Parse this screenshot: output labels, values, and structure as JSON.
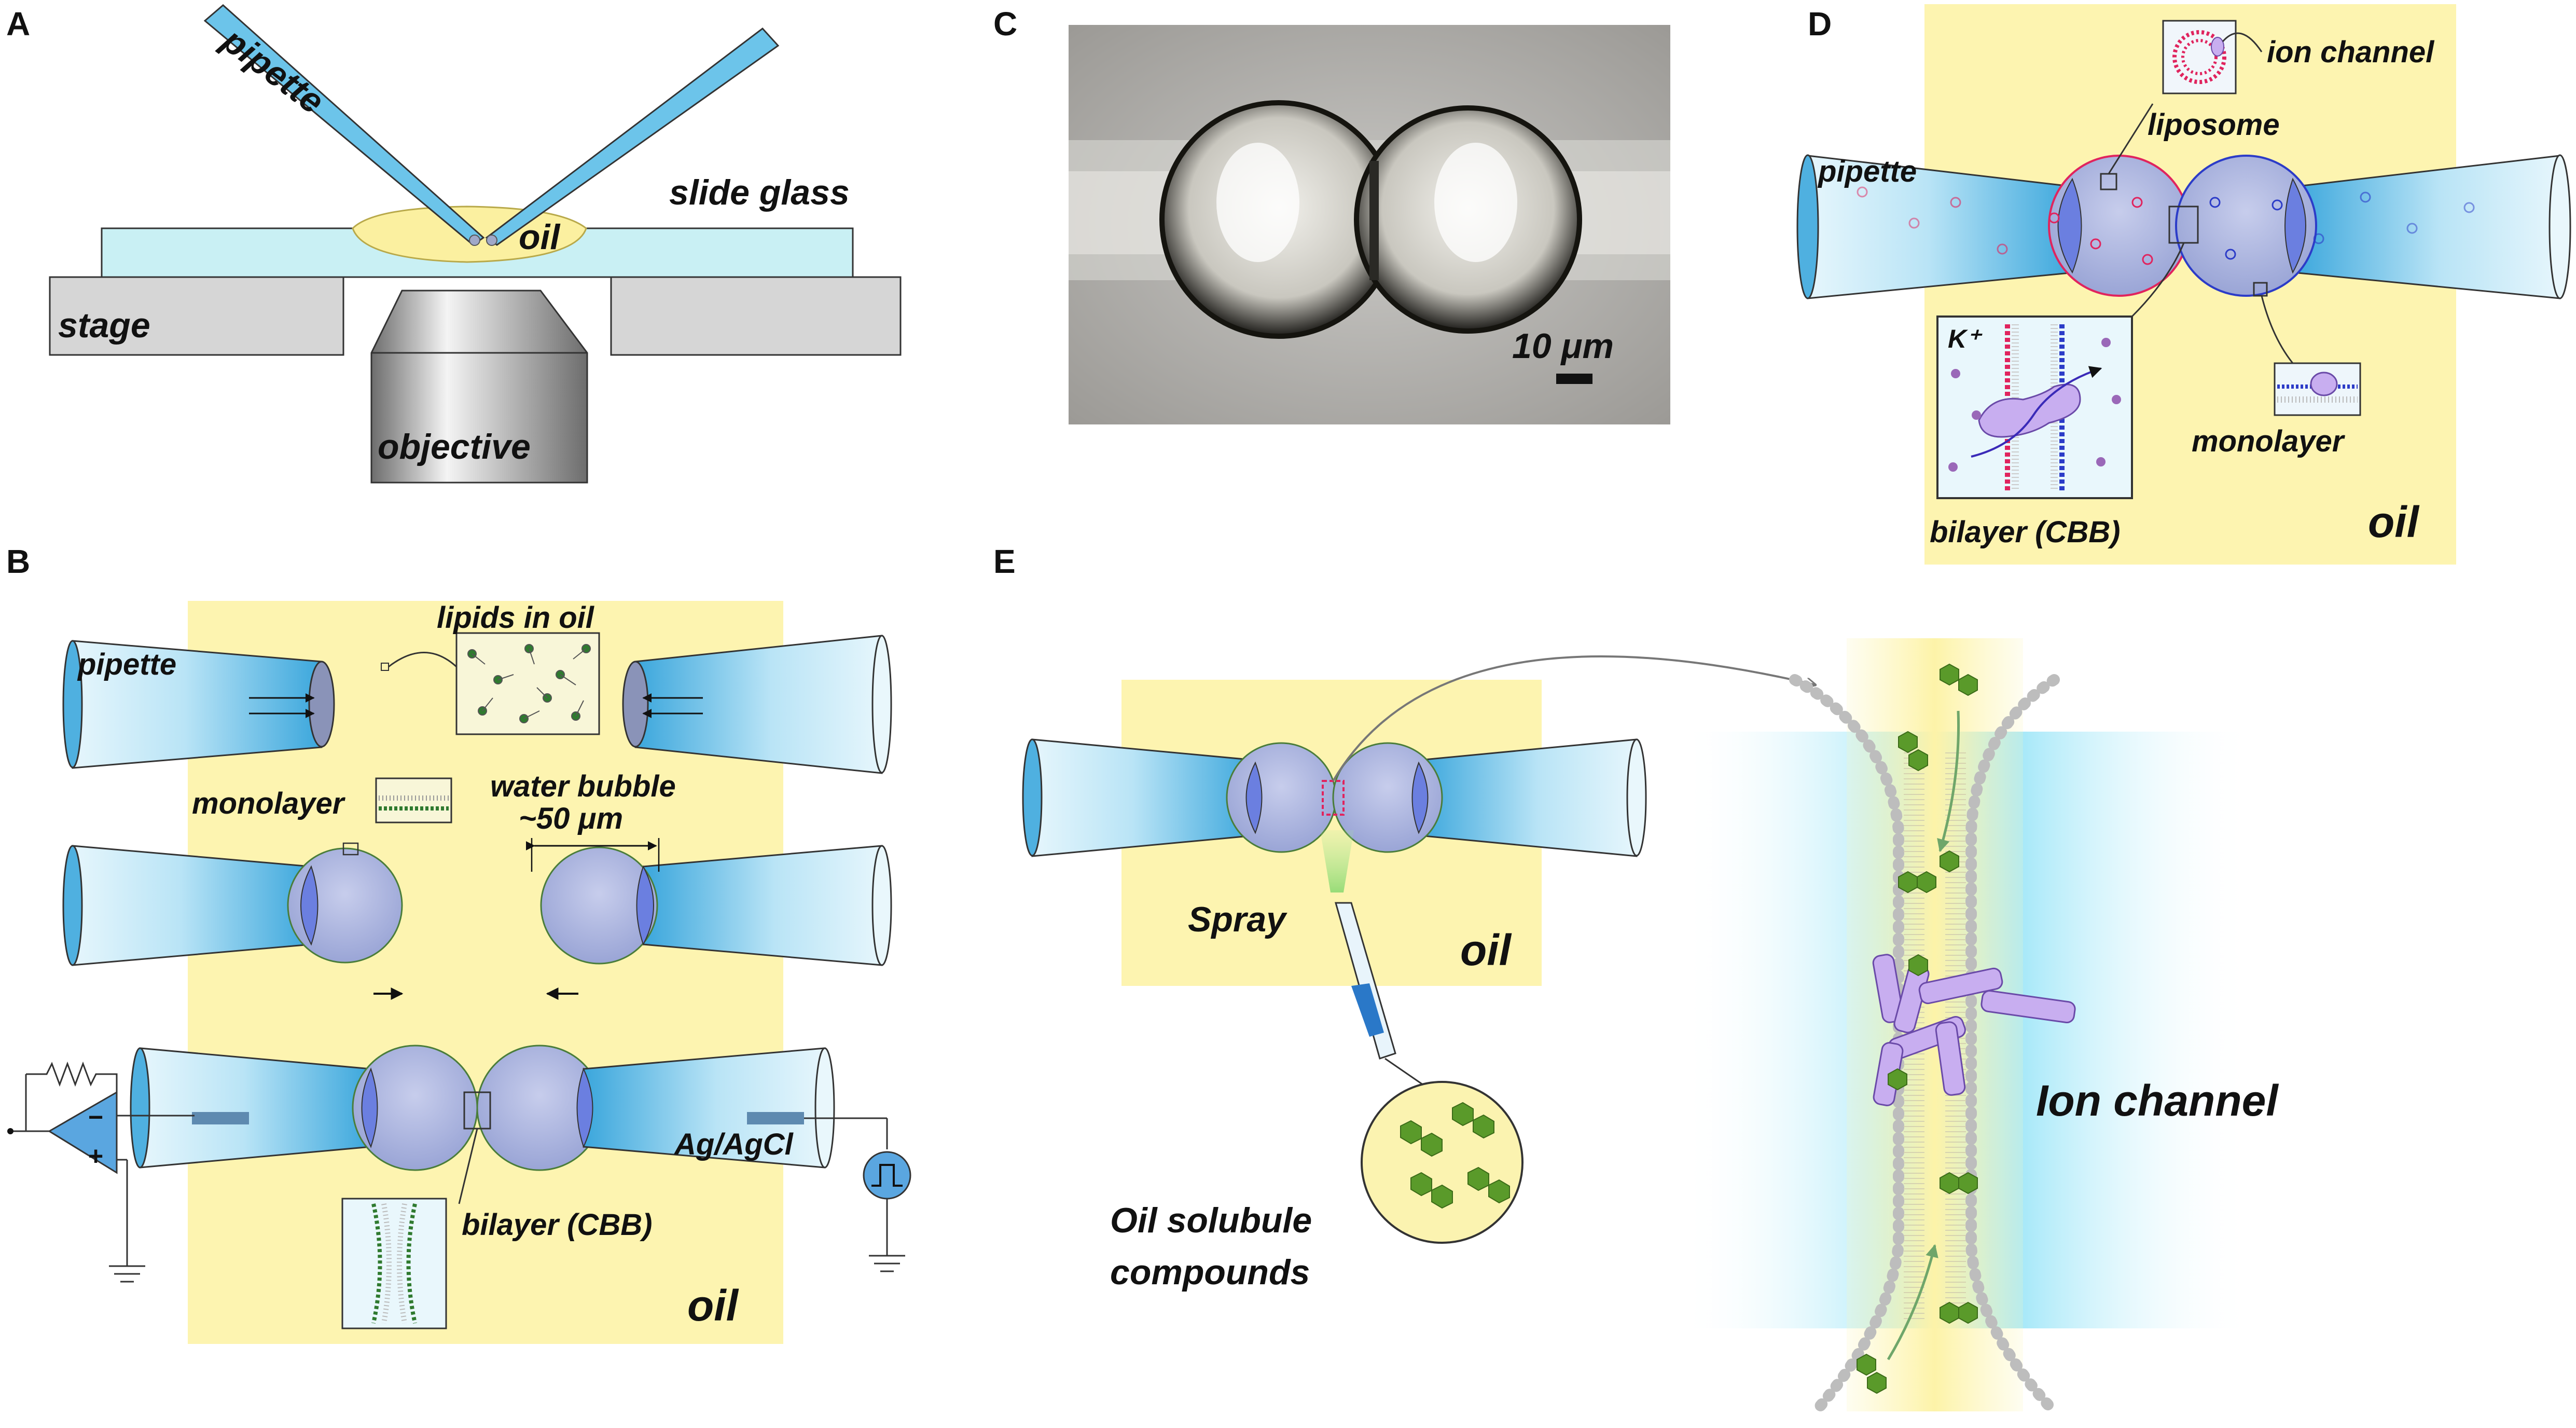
{
  "panels": {
    "A": {
      "letter": "A",
      "labels": {
        "pipette": "pipette",
        "slide_glass": "slide glass",
        "oil": "oil",
        "stage": "stage",
        "objective": "objective"
      }
    },
    "B": {
      "letter": "B",
      "labels": {
        "pipette": "pipette",
        "lipids_in_oil": "lipids in oil",
        "monolayer": "monolayer",
        "water_bubble": "water bubble",
        "bubble_size": "~50 μm",
        "electrode": "Ag/AgCl",
        "bilayer": "bilayer (CBB)",
        "oil": "oil",
        "amp_minus": "−",
        "amp_plus": "+"
      }
    },
    "C": {
      "letter": "C",
      "labels": {
        "scale_bar": "10 μm"
      }
    },
    "D": {
      "letter": "D",
      "labels": {
        "ion_channel": "ion channel",
        "liposome": "liposome",
        "pipette": "pipette",
        "k_ion": "K⁺",
        "monolayer": "monolayer",
        "bilayer": "bilayer (CBB)",
        "oil": "oil"
      }
    },
    "E": {
      "letter": "E",
      "labels": {
        "spray": "Spray",
        "oil": "oil",
        "compounds_line1": "Oil solubule",
        "compounds_line2": "compounds",
        "ion_channel": "Ion channel"
      }
    }
  },
  "colors": {
    "oil_yellow": "#fdf4b0",
    "pipette_blue": "#5bbbe6",
    "bubble_lavender": "#a9b3de",
    "slide_cyan": "#c9f0f4",
    "stage_gray": "#d6d6d6",
    "compound_green": "#5a9a2a",
    "bilayer_red": "#e0245e",
    "bilayer_blue": "#2c3cc8",
    "channel_purple": "#c8aef0"
  },
  "icons": [
    "pipette-icon",
    "objective-icon",
    "amplifier-icon",
    "ground-icon",
    "pulse-generator-icon",
    "liposome-icon",
    "molecule-icon"
  ]
}
